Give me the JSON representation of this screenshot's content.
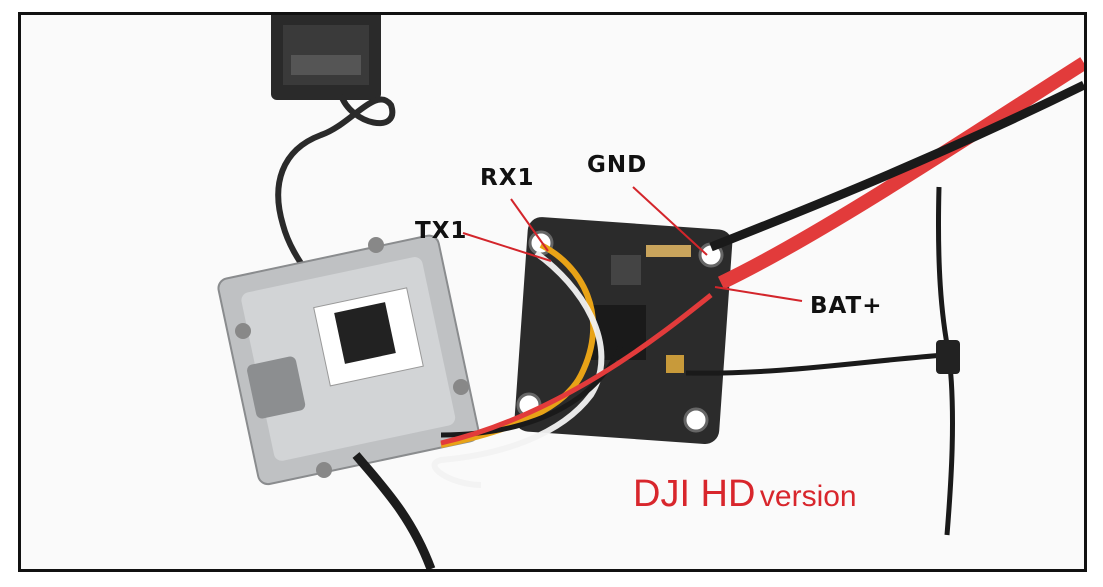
{
  "labels": {
    "rx1": "RX1",
    "gnd": "GND",
    "tx1": "TX1",
    "bat_plus": "BAT+"
  },
  "caption": {
    "main": "DJI HD",
    "suffix": "version",
    "color": "#d8262c"
  },
  "colors": {
    "board": "#2b2b2b",
    "vtx_case": "#c9cbcd",
    "red_wire": "#e23b3b",
    "black_wire": "#1a1a1a",
    "yellow_wire": "#e8a317",
    "white_wire": "#f2f2f2"
  }
}
